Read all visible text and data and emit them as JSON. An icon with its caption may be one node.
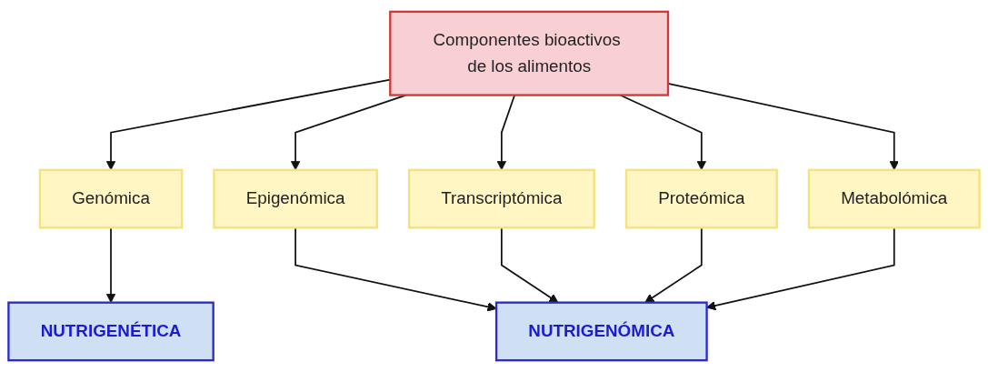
{
  "diagram": {
    "nodes": [
      {
        "text": [
          "Componentes bioactivos de los alimentos"
        ]
      },
      {
        "text": [
          "Genómica"
        ]
      },
      {
        "text": [
          "Epigenómica"
        ]
      },
      {
        "text": [
          "Transcriptómica"
        ]
      },
      {
        "text": [
          "Proteómica"
        ]
      },
      {
        "text": [
          "Metabolómica"
        ]
      },
      {
        "text": [
          "NUTRIGENÉTICA"
        ]
      },
      {
        "text": [
          "NUTRIGENÓMICA"
        ]
      }
    ],
    "edges": [
      {
        "from": 0,
        "to": 1,
        "arrow": "to"
      },
      {
        "from": 0,
        "to": 2,
        "arrow": "to"
      },
      {
        "from": 0,
        "to": 3,
        "arrow": "to"
      },
      {
        "from": 0,
        "to": 4,
        "arrow": "to"
      },
      {
        "from": 0,
        "to": 5,
        "arrow": "to"
      },
      {
        "from": 1,
        "to": 6,
        "arrow": "to"
      },
      {
        "from": 2,
        "to": 7,
        "arrow": "to"
      },
      {
        "from": 3,
        "to": 7,
        "arrow": "to"
      },
      {
        "from": 4,
        "to": 7,
        "arrow": "to"
      },
      {
        "from": 5,
        "to": 7,
        "arrow": "to"
      }
    ]
  }
}
